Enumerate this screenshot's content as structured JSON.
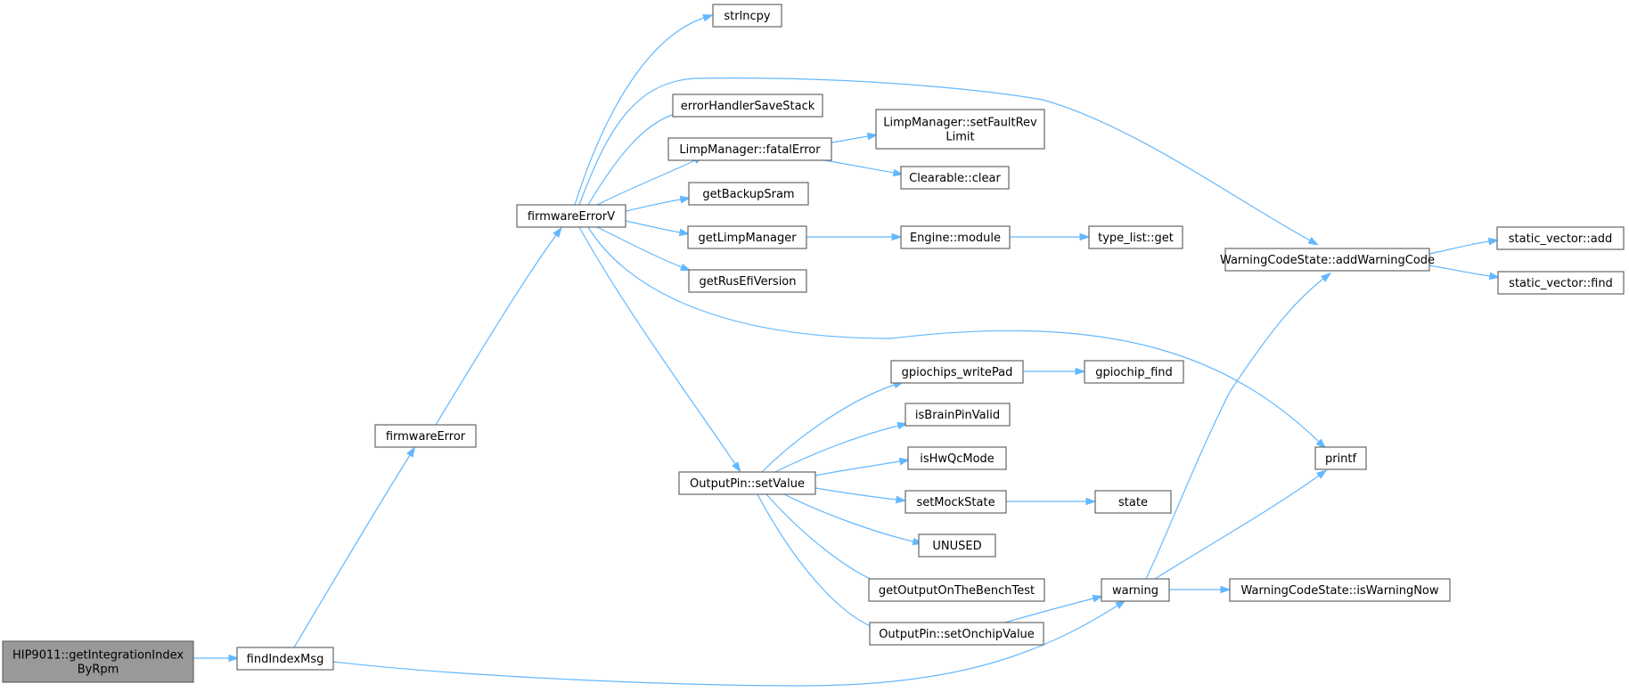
{
  "colors": {
    "edge": "#63b8ff",
    "node_border": "#666666",
    "root_fill": "#999999",
    "node_fill": "#ffffff"
  },
  "nodes": {
    "root": [
      "HIP9011::getIntegrationIndex",
      "ByRpm"
    ],
    "findIndexMsg": [
      "findIndexMsg"
    ],
    "firmwareError": [
      "firmwareError"
    ],
    "firmwareErrorV": [
      "firmwareErrorV"
    ],
    "strlncpy": [
      "strlncpy"
    ],
    "errorHandlerSaveStack": [
      "errorHandlerSaveStack"
    ],
    "limpFatalError": [
      "LimpManager::fatalError"
    ],
    "limpSetFaultRevLimit": [
      "LimpManager::setFaultRev",
      "Limit"
    ],
    "clearableClear": [
      "Clearable::clear"
    ],
    "getBackupSram": [
      "getBackupSram"
    ],
    "getLimpManager": [
      "getLimpManager"
    ],
    "engineModule": [
      "Engine::module"
    ],
    "typeListGet": [
      "type_list::get"
    ],
    "getRusEfiVersion": [
      "getRusEfiVersion"
    ],
    "addWarningCode": [
      "WarningCodeState::addWarningCode"
    ],
    "staticVectorAdd": [
      "static_vector::add"
    ],
    "staticVectorFind": [
      "static_vector::find"
    ],
    "outputPinSetValue": [
      "OutputPin::setValue"
    ],
    "gpiochipsWritePad": [
      "gpiochips_writePad"
    ],
    "gpiochipFind": [
      "gpiochip_find"
    ],
    "isBrainPinValid": [
      "isBrainPinValid"
    ],
    "isHwQcMode": [
      "isHwQcMode"
    ],
    "setMockState": [
      "setMockState"
    ],
    "state": [
      "state"
    ],
    "unused": [
      "UNUSED"
    ],
    "getOutputOnTheBenchTest": [
      "getOutputOnTheBenchTest"
    ],
    "setOnchipValue": [
      "OutputPin::setOnchipValue"
    ],
    "warning": [
      "warning"
    ],
    "isWarningNow": [
      "WarningCodeState::isWarningNow"
    ],
    "printf": [
      "printf"
    ]
  },
  "edges": [
    [
      "root",
      "findIndexMsg"
    ],
    [
      "findIndexMsg",
      "firmwareError"
    ],
    [
      "findIndexMsg",
      "warning"
    ],
    [
      "firmwareError",
      "firmwareErrorV"
    ],
    [
      "firmwareErrorV",
      "strlncpy"
    ],
    [
      "firmwareErrorV",
      "addWarningCode"
    ],
    [
      "firmwareErrorV",
      "errorHandlerSaveStack"
    ],
    [
      "firmwareErrorV",
      "limpFatalError"
    ],
    [
      "firmwareErrorV",
      "getBackupSram"
    ],
    [
      "firmwareErrorV",
      "getLimpManager"
    ],
    [
      "firmwareErrorV",
      "getRusEfiVersion"
    ],
    [
      "firmwareErrorV",
      "printf"
    ],
    [
      "firmwareErrorV",
      "outputPinSetValue"
    ],
    [
      "limpFatalError",
      "limpSetFaultRevLimit"
    ],
    [
      "limpFatalError",
      "clearableClear"
    ],
    [
      "getLimpManager",
      "engineModule"
    ],
    [
      "engineModule",
      "typeListGet"
    ],
    [
      "addWarningCode",
      "staticVectorAdd"
    ],
    [
      "addWarningCode",
      "staticVectorFind"
    ],
    [
      "outputPinSetValue",
      "gpiochipsWritePad"
    ],
    [
      "outputPinSetValue",
      "isBrainPinValid"
    ],
    [
      "outputPinSetValue",
      "isHwQcMode"
    ],
    [
      "outputPinSetValue",
      "setMockState"
    ],
    [
      "outputPinSetValue",
      "unused"
    ],
    [
      "outputPinSetValue",
      "getOutputOnTheBenchTest"
    ],
    [
      "outputPinSetValue",
      "setOnchipValue"
    ],
    [
      "gpiochipsWritePad",
      "gpiochipFind"
    ],
    [
      "setMockState",
      "state"
    ],
    [
      "setOnchipValue",
      "warning"
    ],
    [
      "warning",
      "addWarningCode"
    ],
    [
      "warning",
      "isWarningNow"
    ],
    [
      "warning",
      "printf"
    ]
  ]
}
